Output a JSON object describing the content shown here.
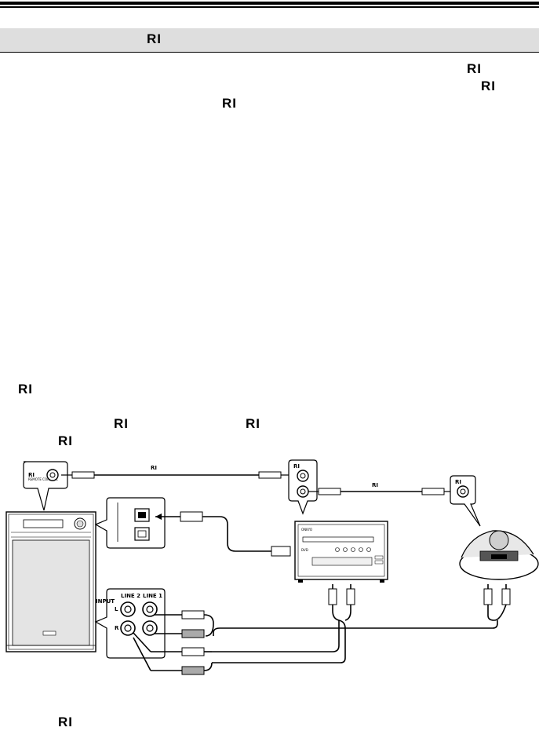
{
  "ri_mark": "RI",
  "diagram": {
    "remote_control_label": "REMOTE CONTROL",
    "input_label": "INPUT",
    "line2_label": "LINE 2",
    "line1_label": "LINE 1",
    "left_label": "L",
    "right_label": "R",
    "brand_label": "ONKYO",
    "dvd_label": "DVD"
  }
}
